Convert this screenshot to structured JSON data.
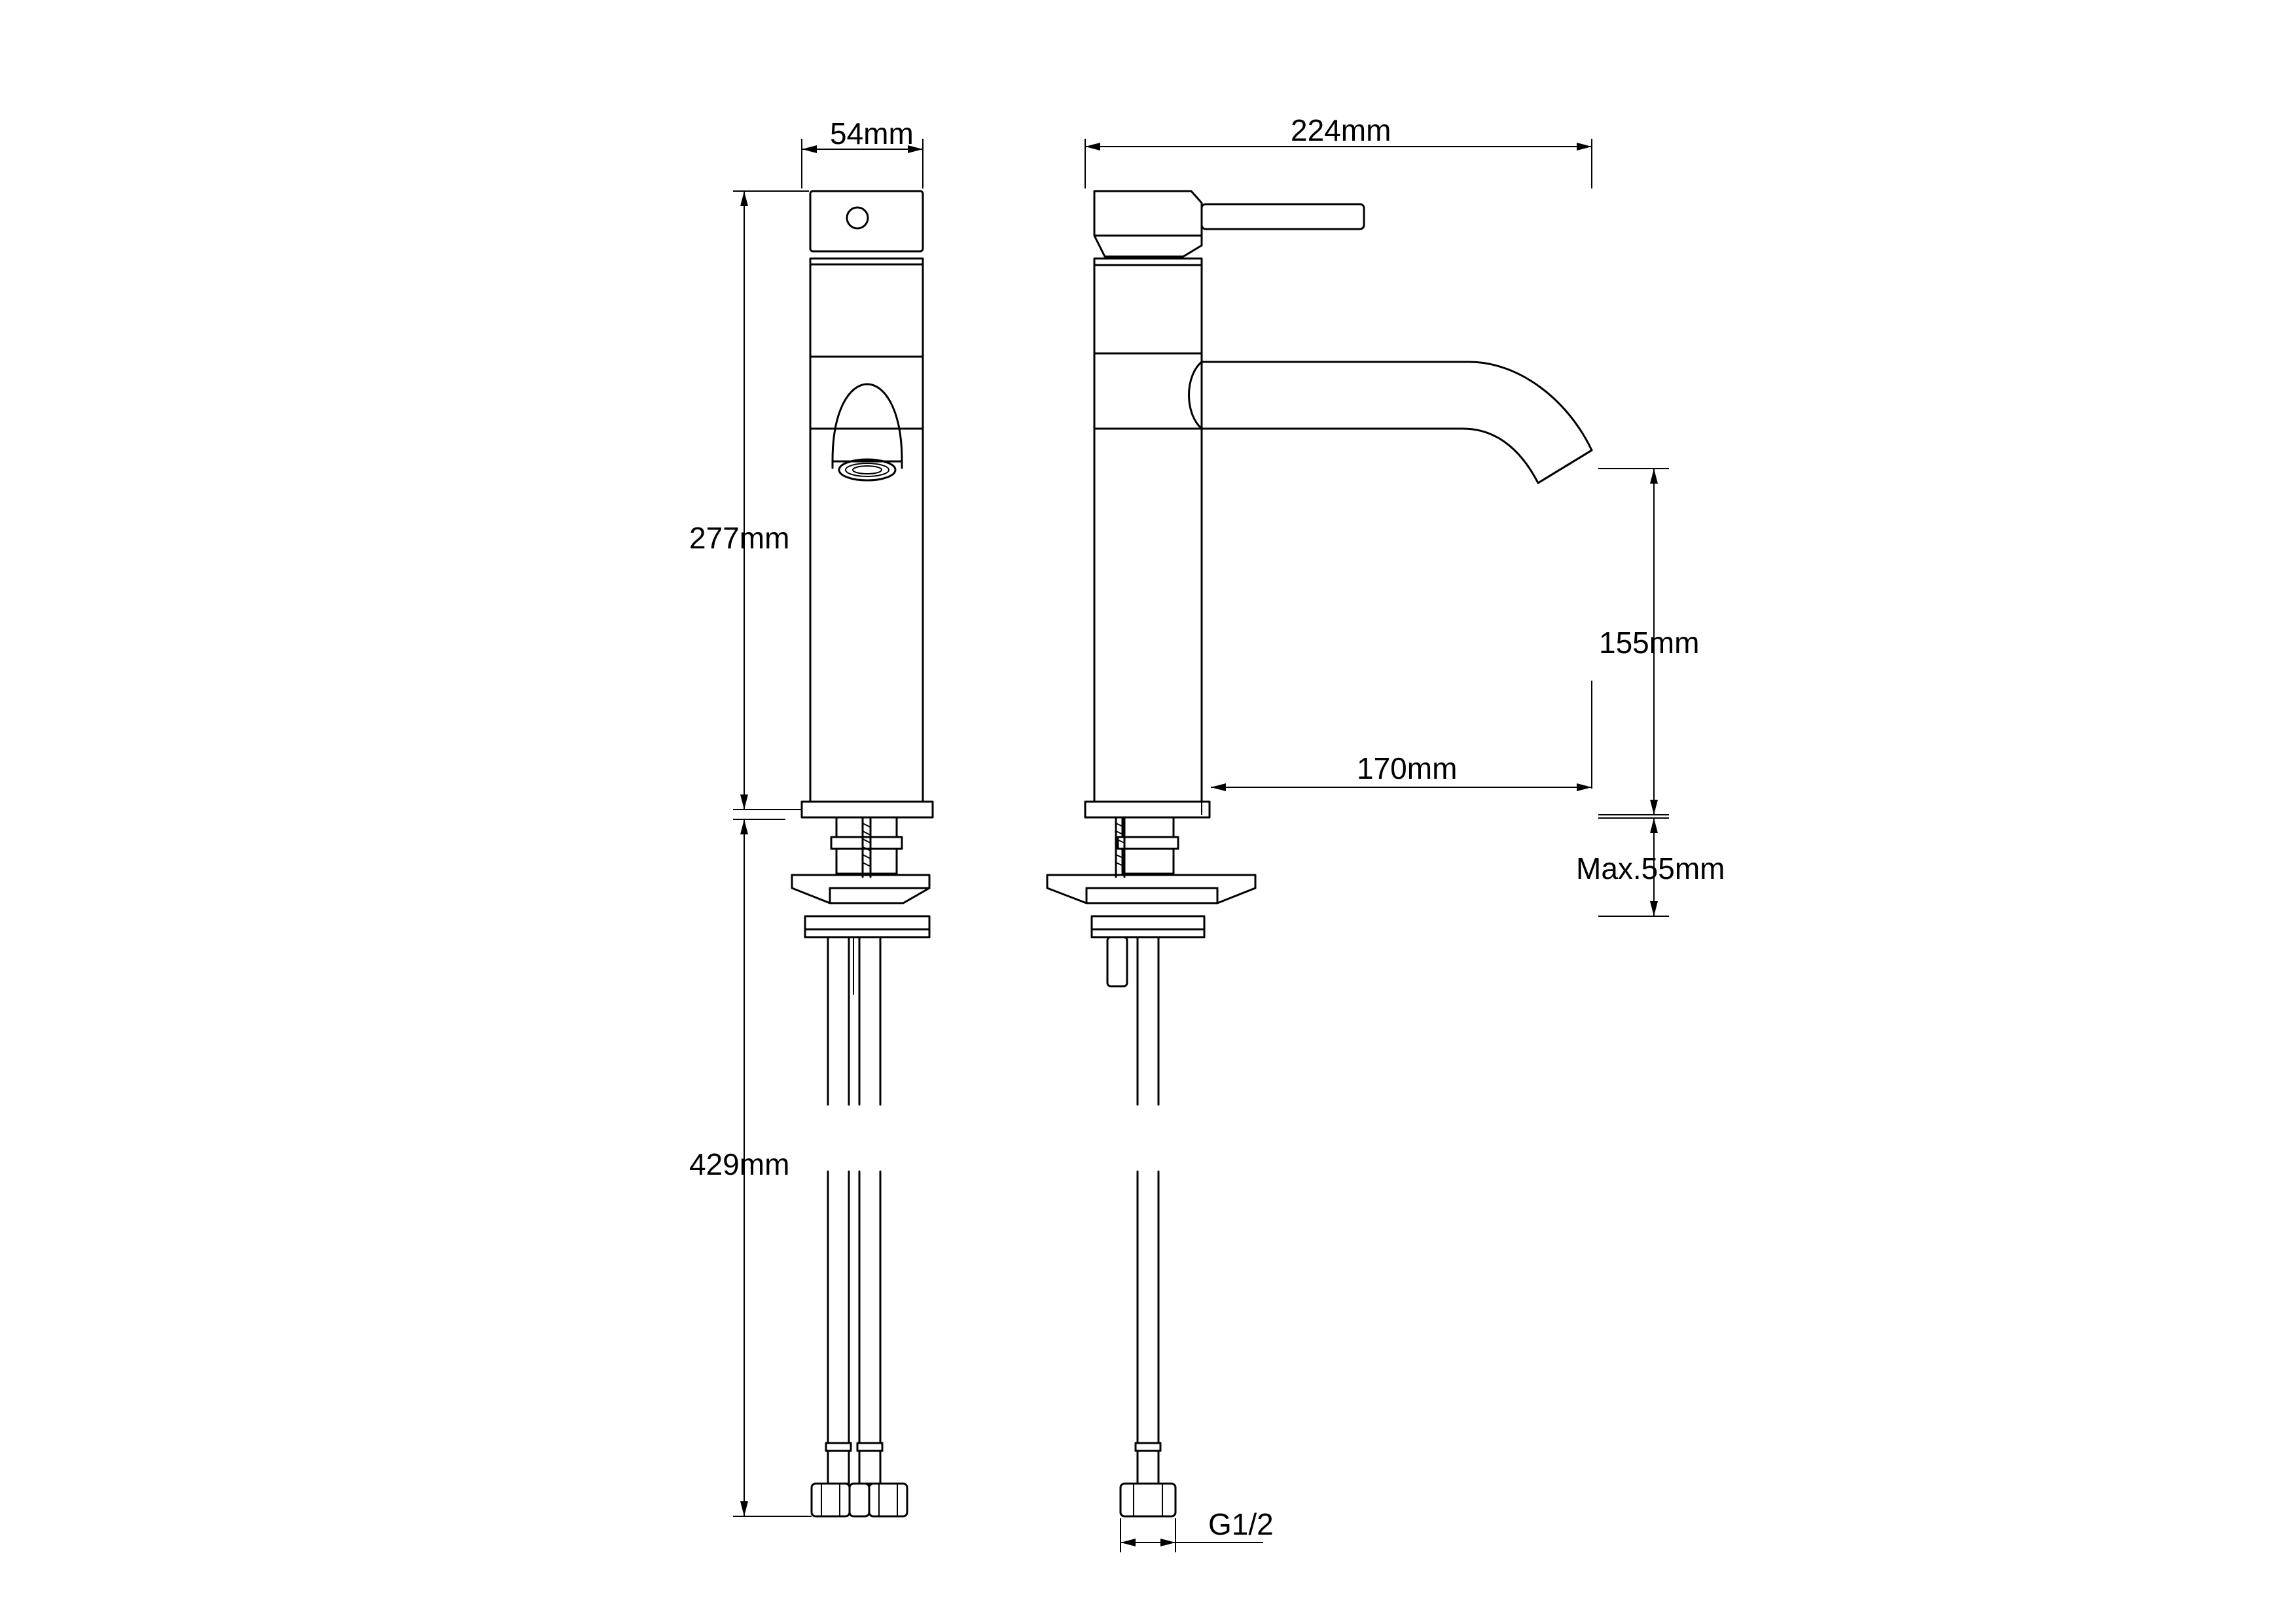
{
  "dimensions": {
    "width_54": "54mm",
    "height_277": "277mm",
    "height_429": "429mm",
    "width_224": "224mm",
    "spout_height_155": "155mm",
    "reach_170": "170mm",
    "max_deck": "Max.55mm",
    "thread": "G1/2"
  }
}
